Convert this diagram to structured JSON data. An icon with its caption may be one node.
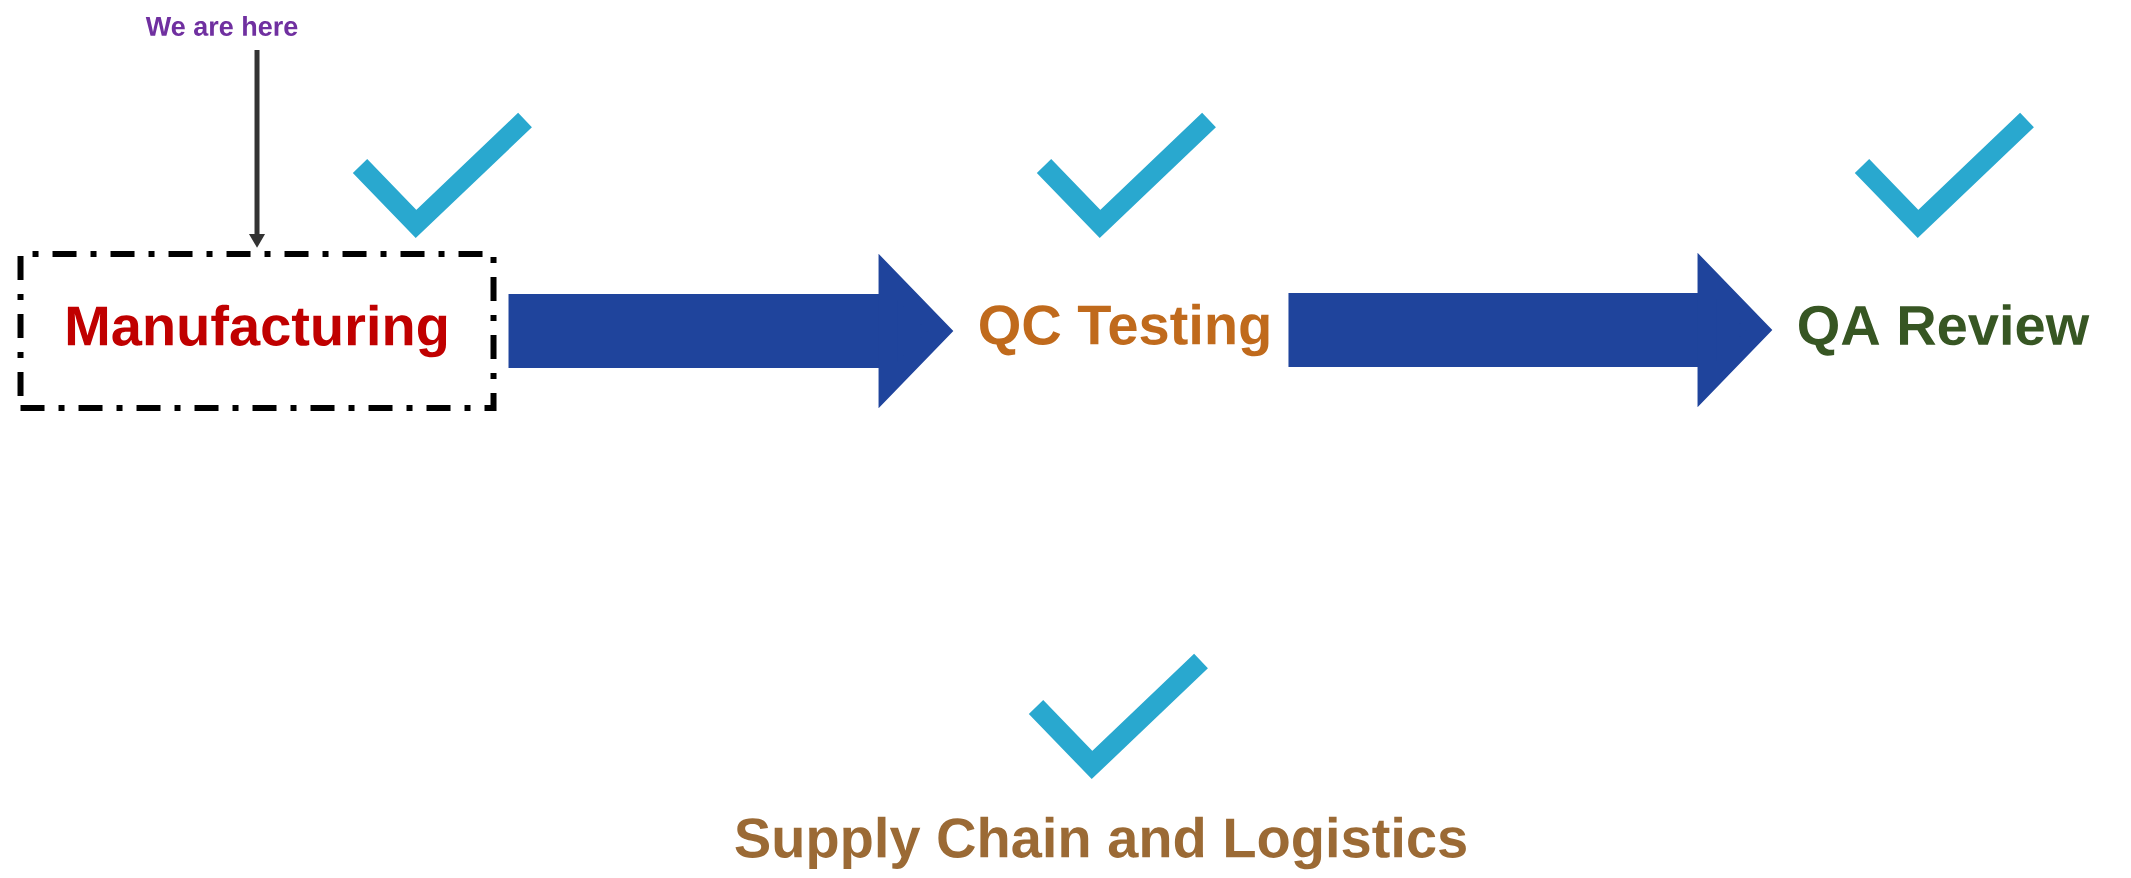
{
  "diagram": {
    "nodes": [
      {
        "text": [
          "We are here"
        ]
      },
      {
        "text": [
          "Manufacturing"
        ]
      },
      {
        "text": [
          "QC Testing"
        ]
      },
      {
        "text": [
          "QA Review"
        ]
      },
      {
        "text": [
          "Supply Chain and Logistics"
        ]
      }
    ],
    "edges": [
      {
        "from": 0,
        "to": 1,
        "arrow": "to",
        "color": "#333333"
      },
      {
        "from": 1,
        "to": 2,
        "arrow": "to"
      },
      {
        "from": 2,
        "to": 3,
        "arrow": "to"
      }
    ]
  }
}
